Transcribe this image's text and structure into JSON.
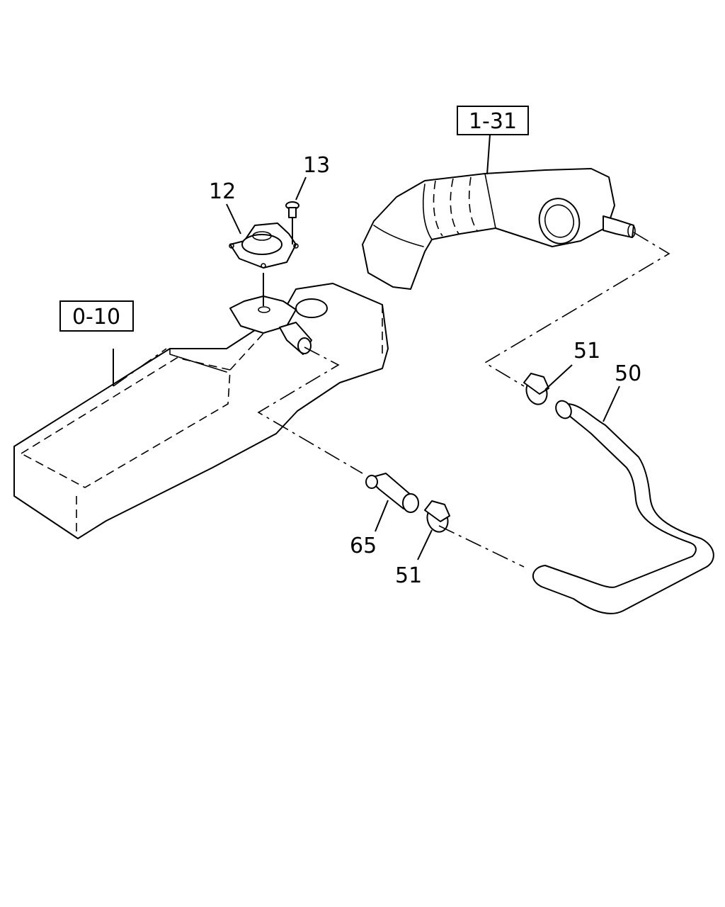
{
  "diagram": {
    "reference_labels": {
      "cover_ref": "0-10",
      "duct_ref": "1-31"
    },
    "callouts": {
      "cover_plate": "12",
      "screw": "13",
      "hose": "50",
      "clip_upper": "51",
      "clip_lower": "51",
      "connector": "65"
    }
  }
}
